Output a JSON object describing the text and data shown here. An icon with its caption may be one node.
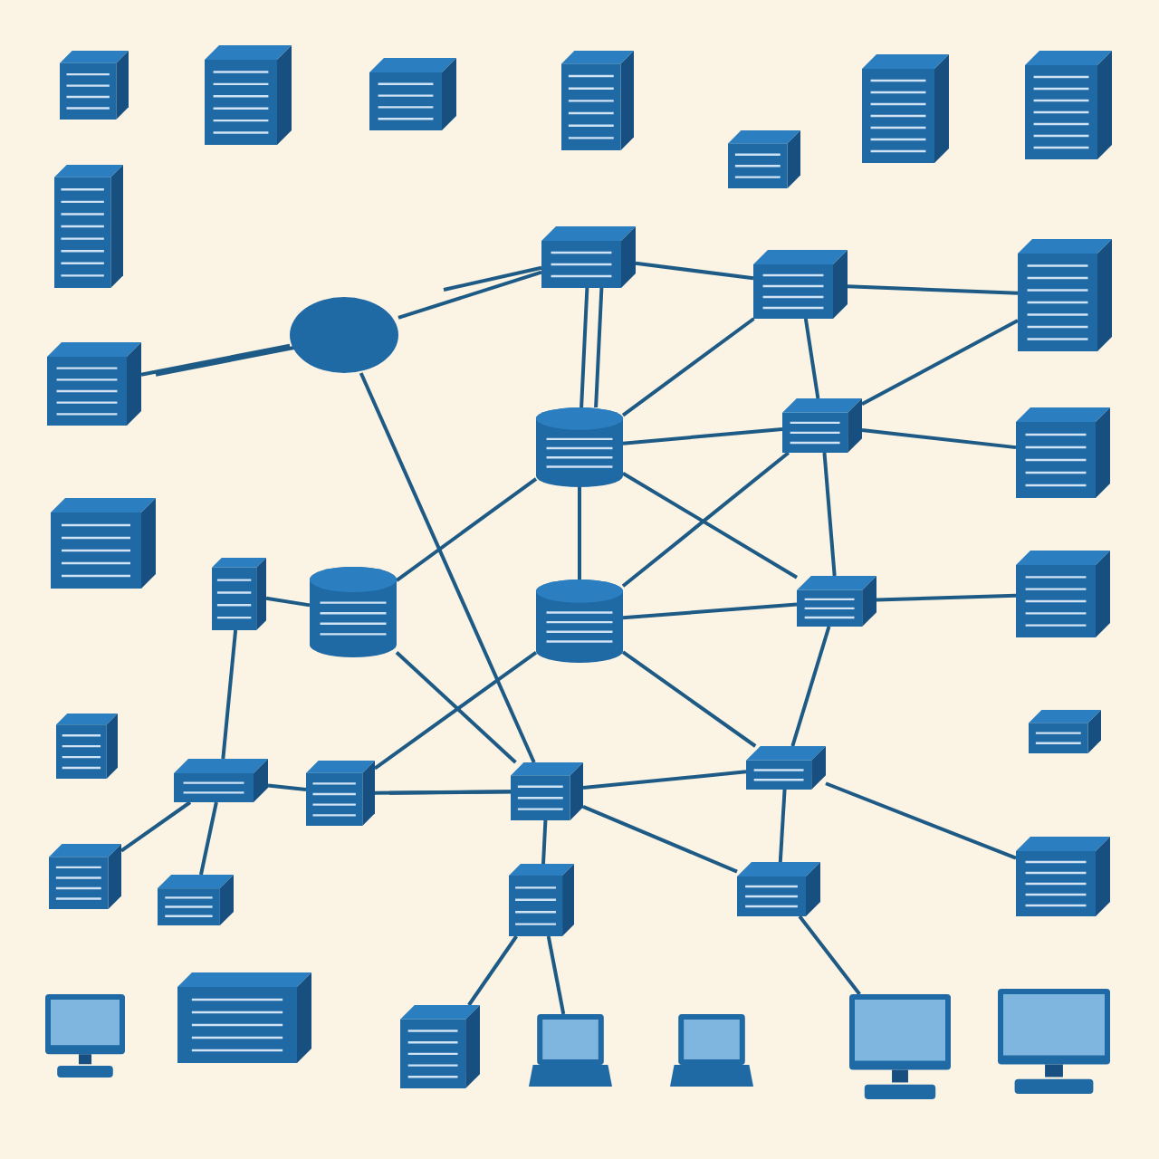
{
  "diagram": {
    "nodes": [
      {
        "text": [],
        "shape": "box"
      },
      {
        "text": [],
        "shape": "box"
      },
      {
        "text": [],
        "shape": "box"
      },
      {
        "text": [],
        "shape": "box"
      },
      {
        "text": [],
        "shape": "box"
      },
      {
        "text": [],
        "shape": "box"
      },
      {
        "text": [],
        "shape": "box"
      },
      {
        "text": [],
        "shape": "box"
      },
      {
        "text": [],
        "shape": "circle"
      },
      {
        "text": [],
        "shape": "box"
      },
      {
        "text": [],
        "shape": "box"
      },
      {
        "text": [],
        "shape": "box"
      },
      {
        "text": [],
        "shape": "box"
      },
      {
        "text": [],
        "shape": "cylinder"
      },
      {
        "text": [],
        "shape": "box"
      },
      {
        "text": [],
        "shape": "box"
      },
      {
        "text": [],
        "shape": "box"
      },
      {
        "text": [],
        "shape": "box"
      },
      {
        "text": [],
        "shape": "cylinder"
      },
      {
        "text": [],
        "shape": "cylinder"
      },
      {
        "text": [],
        "shape": "box"
      },
      {
        "text": [],
        "shape": "box"
      },
      {
        "text": [],
        "shape": "box"
      },
      {
        "text": [],
        "shape": "box"
      },
      {
        "text": [],
        "shape": "box"
      },
      {
        "text": [],
        "shape": "box"
      },
      {
        "text": [],
        "shape": "box"
      },
      {
        "text": [],
        "shape": "box"
      },
      {
        "text": [],
        "shape": "box"
      },
      {
        "text": [],
        "shape": "box"
      },
      {
        "text": [],
        "shape": "box"
      },
      {
        "text": [],
        "shape": "box"
      },
      {
        "text": [],
        "shape": "box"
      },
      {
        "text": [],
        "shape": "box"
      },
      {
        "text": [],
        "shape": "monitor"
      },
      {
        "text": [],
        "shape": "box"
      },
      {
        "text": [],
        "shape": "laptop"
      },
      {
        "text": [],
        "shape": "laptop"
      },
      {
        "text": [],
        "shape": "monitor"
      },
      {
        "text": [],
        "shape": "monitor"
      }
    ],
    "edges": [
      {
        "from": 8,
        "to": 12,
        "arrow": "none"
      },
      {
        "from": 8,
        "to": 12,
        "arrow": "none"
      },
      {
        "from": 8,
        "to": 9,
        "arrow": "none"
      },
      {
        "from": 8,
        "to": 25,
        "arrow": "none"
      },
      {
        "from": null,
        "to": 9,
        "arrow": "none"
      },
      {
        "from": 9,
        "to": 13,
        "arrow": "none"
      },
      {
        "from": 9,
        "to": 13,
        "arrow": "none"
      },
      {
        "from": 9,
        "to": 10,
        "arrow": "none"
      },
      {
        "from": 10,
        "to": 11,
        "arrow": "none"
      },
      {
        "from": 10,
        "to": 13,
        "arrow": "none"
      },
      {
        "from": 10,
        "to": 14,
        "arrow": "none"
      },
      {
        "from": 13,
        "to": 14,
        "arrow": "none"
      },
      {
        "from": 13,
        "to": 18,
        "arrow": "none"
      },
      {
        "from": 14,
        "to": 11,
        "arrow": "none"
      },
      {
        "from": 14,
        "to": 15,
        "arrow": "none"
      },
      {
        "from": 14,
        "to": 20,
        "arrow": "none"
      },
      {
        "from": 13,
        "to": 19,
        "arrow": "none"
      },
      {
        "from": 14,
        "to": 19,
        "arrow": "none"
      },
      {
        "from": 13,
        "to": 20,
        "arrow": "none"
      },
      {
        "from": 19,
        "to": 20,
        "arrow": "none"
      },
      {
        "from": 19,
        "to": 26,
        "arrow": "none"
      },
      {
        "from": 19,
        "to": 24,
        "arrow": "none"
      },
      {
        "from": 20,
        "to": 21,
        "arrow": "none"
      },
      {
        "from": 20,
        "to": 26,
        "arrow": "none"
      },
      {
        "from": 18,
        "to": 17,
        "arrow": "none"
      },
      {
        "from": 18,
        "to": 25,
        "arrow": "none"
      },
      {
        "from": 17,
        "to": 23,
        "arrow": "none"
      },
      {
        "from": 23,
        "to": 24,
        "arrow": "none"
      },
      {
        "from": 23,
        "to": 28,
        "arrow": "none"
      },
      {
        "from": 23,
        "to": 29,
        "arrow": "none"
      },
      {
        "from": 24,
        "to": 25,
        "arrow": "none"
      },
      {
        "from": 24,
        "to": 25,
        "arrow": "none"
      },
      {
        "from": 25,
        "to": 30,
        "arrow": "none"
      },
      {
        "from": 25,
        "to": 31,
        "arrow": "none"
      },
      {
        "from": 25,
        "to": 26,
        "arrow": "none"
      },
      {
        "from": 26,
        "to": 31,
        "arrow": "none"
      },
      {
        "from": 26,
        "to": 32,
        "arrow": "none"
      },
      {
        "from": 30,
        "to": 35,
        "arrow": "none"
      },
      {
        "from": 30,
        "to": 36,
        "arrow": "none"
      },
      {
        "from": 31,
        "to": 38,
        "arrow": "none"
      }
    ]
  }
}
